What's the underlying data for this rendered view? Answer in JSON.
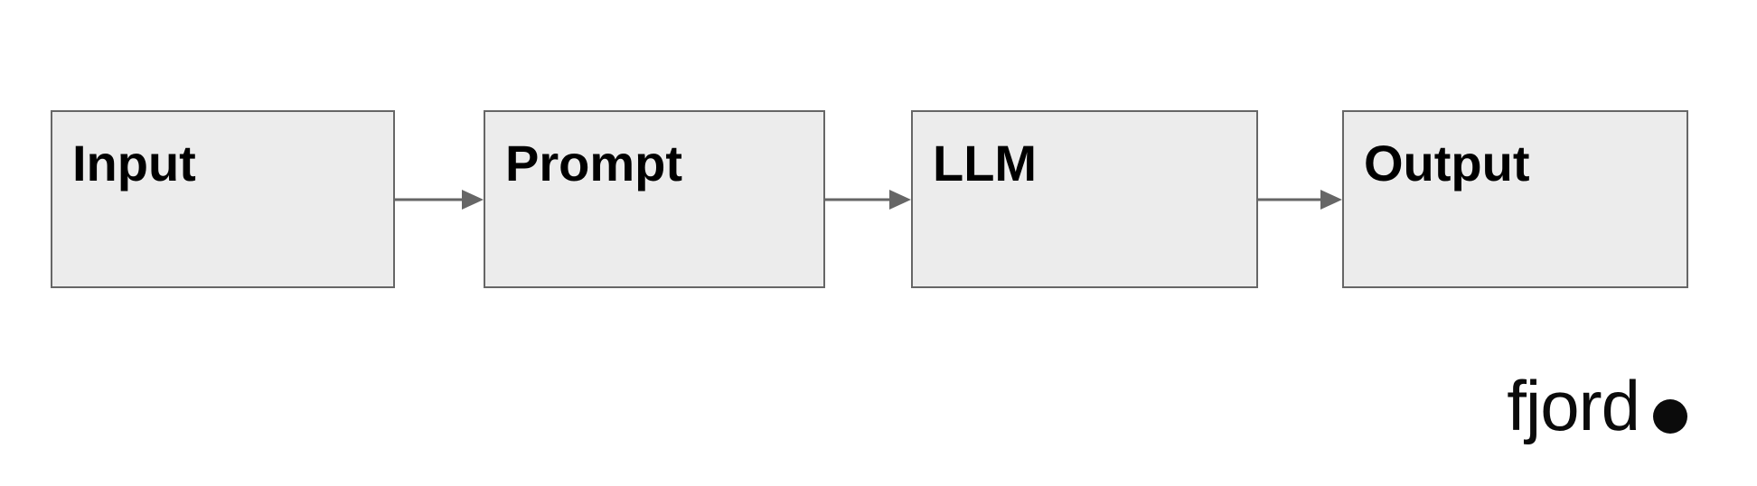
{
  "diagram": {
    "type": "flowchart",
    "direction": "left-to-right",
    "nodes": [
      {
        "id": "input",
        "label": "Input"
      },
      {
        "id": "prompt",
        "label": "Prompt"
      },
      {
        "id": "llm",
        "label": "LLM"
      },
      {
        "id": "output",
        "label": "Output"
      }
    ],
    "edges": [
      {
        "from": "input",
        "to": "prompt"
      },
      {
        "from": "prompt",
        "to": "llm"
      },
      {
        "from": "llm",
        "to": "output"
      }
    ],
    "colors": {
      "node_fill": "#ececec",
      "node_border": "#666666",
      "edge": "#666666",
      "label_text": "#000000",
      "background": "#ffffff"
    }
  },
  "branding": {
    "logo_text": "fjord",
    "logo_dot_color": "#0b0b0b"
  }
}
